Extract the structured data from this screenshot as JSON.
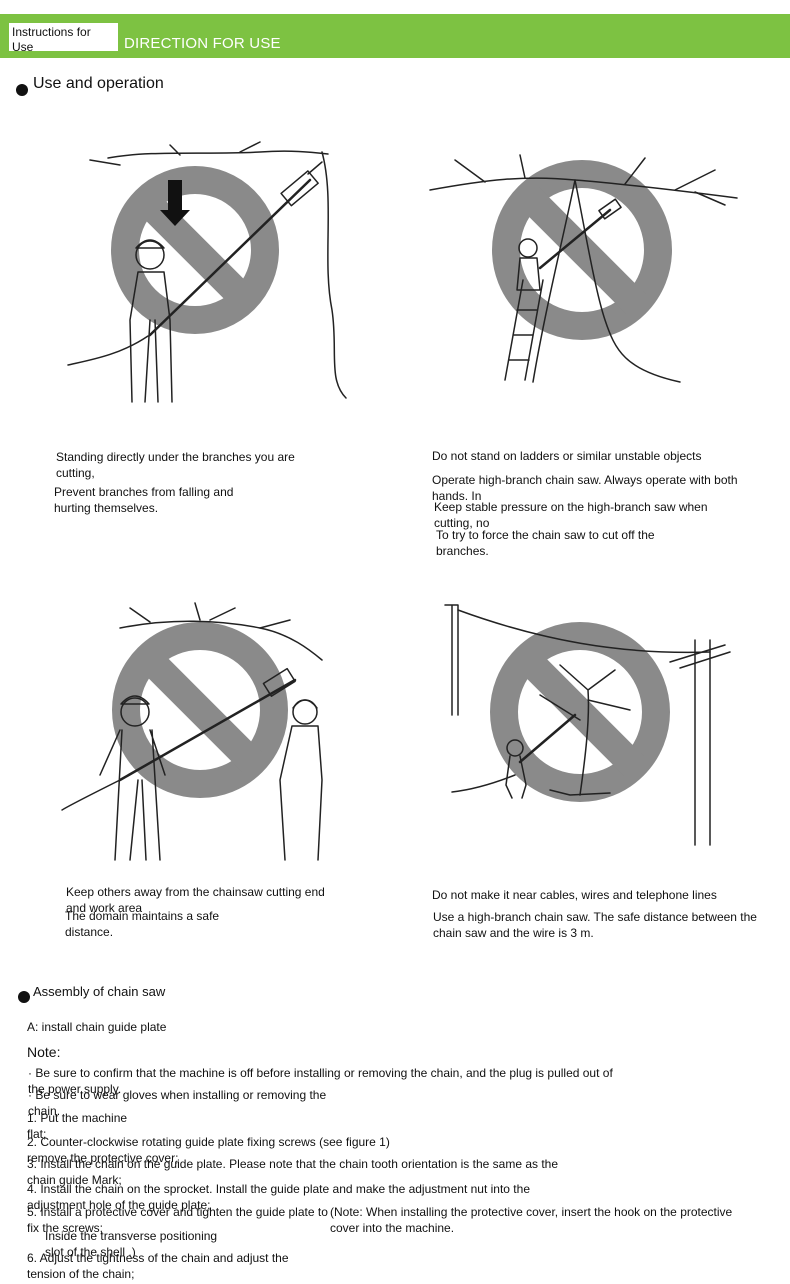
{
  "header": {
    "label": "Instructions for Use",
    "title": "DIRECTION FOR USE",
    "banner_color": "#7dc242"
  },
  "section1": {
    "title": "Use and operation",
    "prohibition_color": "#8a8a8a",
    "captions": {
      "p1_a": "Standing directly under the branches you are cutting,",
      "p1_b": "Prevent branches from falling and hurting themselves.",
      "p2_a": "Do not stand on ladders or similar unstable objects",
      "p2_b": "Operate high-branch chain saw. Always operate with both hands. In",
      "p2_c": "Keep stable pressure on the high-branch saw when cutting, no",
      "p2_d": "To try to force the chain saw to cut off the branches.",
      "p3_a": "Keep others away from the chainsaw cutting end and work area",
      "p3_b": "The domain maintains a safe distance.",
      "p4_a": "Do not make it near cables, wires and telephone lines",
      "p4_b": "Use a high-branch chain saw. The safe distance between the chain saw and the wire is 3 m."
    }
  },
  "section2": {
    "title": "Assembly of chain saw",
    "subtitle": "A: install chain guide plate",
    "note_label": "Note:",
    "note_1": "· Be sure to confirm that the machine is off before installing or removing the chain, and the plug is pulled out of the power supply.",
    "note_2": "· Be sure to wear gloves when installing or removing the chain.",
    "step_1": "1. Put the machine flat;",
    "step_2": "2. Counter-clockwise rotating guide plate fixing screws (see figure 1) remove the protective cover;",
    "step_3": "3. Install the chain on the guide plate. Please note that the chain tooth orientation is the same as the chain guide Mark;",
    "step_4": "4. Install the chain on the sprocket. Install the guide plate and make the adjustment nut into the adjustment hole of the guide plate;",
    "step_5": "5. Install a protective cover and tighten the guide plate to fix the screws;",
    "step_5_note": "(Note: When installing the protective cover, insert the hook on the protective cover into the machine.",
    "step_5_sub": "Inside the transverse positioning slot of the shell .)",
    "step_6": "6. Adjust the tightness of the chain and adjust the tension of the chain;"
  }
}
